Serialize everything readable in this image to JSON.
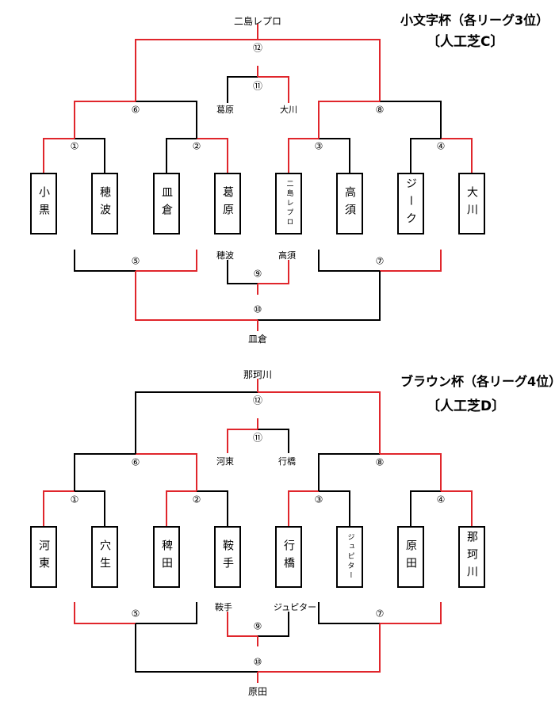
{
  "brackets": [
    {
      "title1": "小文字杯（各リーグ3位）",
      "title2": "〔人工芝C〕",
      "teams": [
        "小黒",
        "穂波",
        "皿倉",
        "葛原",
        "二島レプロ",
        "高須",
        "ジーク",
        "大川"
      ],
      "match_numbers": [
        "①",
        "②",
        "③",
        "④",
        "⑤",
        "⑥",
        "⑦",
        "⑧",
        "⑨",
        "⑩",
        "⑪",
        "⑫"
      ],
      "labels": {
        "champion_top": "二島レプロ",
        "final_top_left": "葛原",
        "final_top_right": "大川",
        "final_bottom_left": "穂波",
        "final_bottom_right": "高須",
        "champion_bottom": "皿倉"
      }
    },
    {
      "title1": "ブラウン杯（各リーグ4位）",
      "title2": "〔人工芝D〕",
      "teams": [
        "河東",
        "穴生",
        "稗田",
        "鞍手",
        "行橋",
        "ジュピター",
        "原田",
        "那珂川"
      ],
      "match_numbers": [
        "①",
        "②",
        "③",
        "④",
        "⑤",
        "⑥",
        "⑦",
        "⑧",
        "⑨",
        "⑩",
        "⑪",
        "⑫"
      ],
      "labels": {
        "champion_top": "那珂川",
        "final_top_left": "河東",
        "final_top_right": "行橋",
        "final_bottom_left": "鞍手",
        "final_bottom_right": "ジュピター",
        "champion_bottom": "原田"
      }
    }
  ],
  "colors": {
    "red": "#e0262c",
    "black": "#000000"
  }
}
